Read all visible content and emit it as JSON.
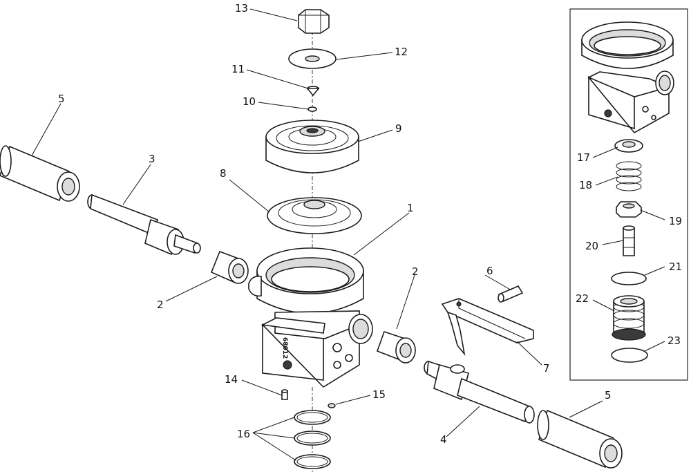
{
  "callouts": [
    {
      "id": "c13",
      "text": "13"
    },
    {
      "id": "c12",
      "text": "12"
    },
    {
      "id": "c11",
      "text": "11"
    },
    {
      "id": "c10",
      "text": "10"
    },
    {
      "id": "c9",
      "text": "9"
    },
    {
      "id": "c8",
      "text": "8"
    },
    {
      "id": "c5a",
      "text": "5"
    },
    {
      "id": "c3",
      "text": "3"
    },
    {
      "id": "c1",
      "text": "1"
    },
    {
      "id": "c2a",
      "text": "2"
    },
    {
      "id": "c2b",
      "text": "2"
    },
    {
      "id": "c6",
      "text": "6"
    },
    {
      "id": "c7",
      "text": "7"
    },
    {
      "id": "c14",
      "text": "14"
    },
    {
      "id": "c15",
      "text": "15"
    },
    {
      "id": "c16",
      "text": "16"
    },
    {
      "id": "c4",
      "text": "4"
    },
    {
      "id": "c5b",
      "text": "5"
    },
    {
      "id": "c17",
      "text": "17"
    },
    {
      "id": "c18",
      "text": "18"
    },
    {
      "id": "c19",
      "text": "19"
    },
    {
      "id": "c20",
      "text": "20"
    },
    {
      "id": "c21",
      "text": "21"
    },
    {
      "id": "c22",
      "text": "22"
    },
    {
      "id": "c23",
      "text": "23"
    }
  ],
  "body_marking": "68012"
}
